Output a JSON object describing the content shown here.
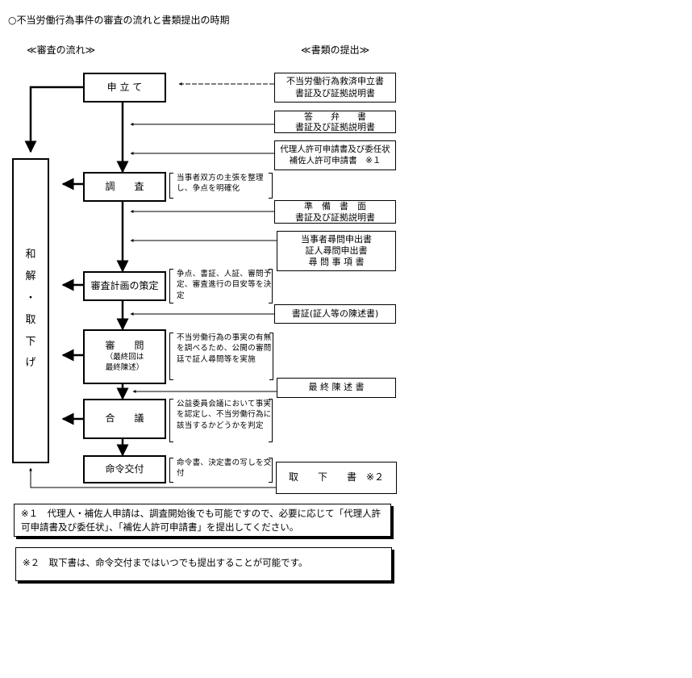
{
  "title": "○不当労働行為事件の審査の流れと書類提出の時期",
  "headers": {
    "flow": "≪審査の流れ≫",
    "docs": "≪書類の提出≫"
  },
  "flow": {
    "application": "申 立 て",
    "investigation": "調　　査",
    "plan": "審査計画の策定",
    "hearing_title": "審　　問",
    "hearing_sub": "（最終回は\n最終陳述）",
    "deliberation": "合　　議",
    "order": "命令交付"
  },
  "settlement": [
    "和",
    "解",
    "・",
    "取",
    "下",
    "げ"
  ],
  "notes": {
    "investigation": "当事者双方の主張を整理し、争点を明確化",
    "plan": "争点、書証、人証、審問予定、審査進行の目安等を決定",
    "hearing": "不当労働行為の事実の有無を調べるため、公開の審問廷で証人尋問等を実施",
    "deliberation": "公益委員会議において事実を認定し、不当労働行為に該当するかどうかを判定",
    "order": "命令書、決定書の写しを交付"
  },
  "documents": {
    "d1": [
      "不当労働行為救済申立書",
      "書証及び証拠説明書"
    ],
    "d2": [
      "答　　弁　　書",
      "書証及び証拠説明書"
    ],
    "d3": [
      "代理人許可申請書及び委任状",
      "補佐人許可申請書　※１"
    ],
    "d4": [
      "準　備　書　面",
      "書証及び証拠説明書"
    ],
    "d5": [
      "当事者尋問申出書",
      "証人尋問申出書",
      "尋 問 事 項 書"
    ],
    "d6": [
      "書証(証人等の陳述書)"
    ],
    "d7": [
      "最 終 陳 述 書"
    ],
    "d8": [
      "取　　下　　書　※２"
    ]
  },
  "footnotes": {
    "f1": "※１　代理人・補佐人申請は、調査開始後でも可能ですので、必要に応じて「代理人許可申請書及び委任状」、「補佐人許可申請書」を提出してください。",
    "f2": "※２　取下書は、命令交付まではいつでも提出することが可能です。"
  }
}
